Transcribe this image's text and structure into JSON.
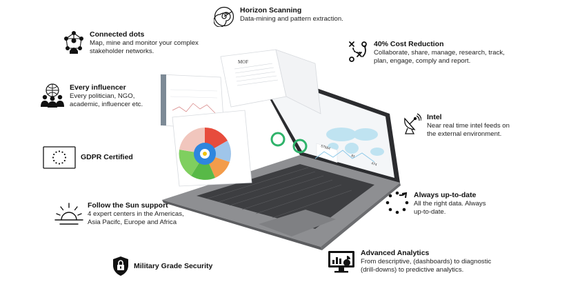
{
  "features": {
    "horizon": {
      "title": "Horizon Scanning",
      "desc": "Data-mining and pattern extraction.",
      "icon": "spiral-scan-icon"
    },
    "connected": {
      "title": "Connected dots",
      "desc": "Map, mine and monitor your complex stakeholder networks.",
      "icon": "network-person-icon"
    },
    "cost": {
      "title": "40% Cost Reduction",
      "desc": "Collaborate, share, manage, research, track, plan, engage, comply and report.",
      "icon": "strategy-play-icon"
    },
    "influencer": {
      "title": "Every influencer",
      "desc": "Every politician, NGO, academic, influencer etc.",
      "icon": "people-group-icon"
    },
    "intel": {
      "title": "Intel",
      "desc": "Near real time intel feeds on the external environment.",
      "icon": "satellite-dish-icon"
    },
    "gdpr": {
      "title": "GDPR Certified",
      "icon": "eu-flag-icon"
    },
    "uptodate": {
      "title": "Always up-to-date",
      "desc": "All the right data. Always up-to-date.",
      "icon": "refresh-icon"
    },
    "sun": {
      "title": "Follow the Sun support",
      "desc": "4 expert centers in the Americas, Asia Pacifc, Europe and Africa",
      "icon": "sunrise-icon"
    },
    "analytics": {
      "title": "Advanced Analytics",
      "desc": "From descriptive, (dashboards) to diagnostic (drill-downs) to predictive analytics.",
      "icon": "monitor-chart-icon"
    },
    "security": {
      "title": "Military Grade Security",
      "icon": "shield-lock-icon"
    }
  },
  "screen": {
    "stat1": "57584",
    "stat2": "81",
    "stat3": "474",
    "doc_title": "MOF"
  },
  "colors": {
    "text": "#111111",
    "laptop_body": "#8e8f92",
    "laptop_dark": "#3d3e41",
    "map_blue": "#bfe3f1"
  }
}
